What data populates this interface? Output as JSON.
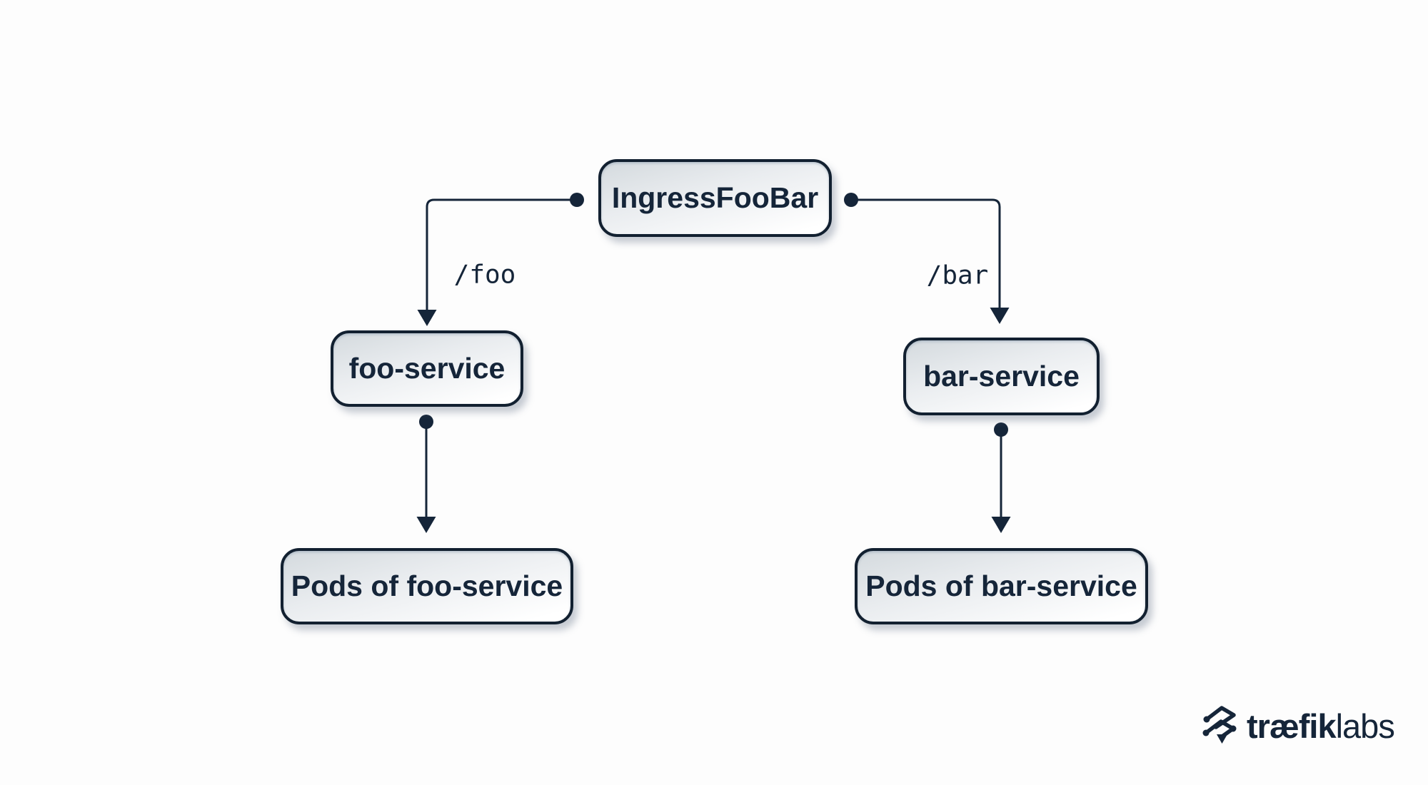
{
  "diagram": {
    "nodes": {
      "ingress": {
        "label": "IngressFooBar"
      },
      "foo_service": {
        "label": "foo-service"
      },
      "bar_service": {
        "label": "bar-service"
      },
      "foo_pods": {
        "label": "Pods of foo-service"
      },
      "bar_pods": {
        "label": "Pods of bar-service"
      }
    },
    "edges": {
      "foo_route": {
        "label": "/foo",
        "from": "IngressFooBar",
        "to": "foo-service"
      },
      "bar_route": {
        "label": "/bar",
        "from": "IngressFooBar",
        "to": "bar-service"
      },
      "foo_pods_edge": {
        "from": "foo-service",
        "to": "Pods of foo-service"
      },
      "bar_pods_edge": {
        "from": "bar-service",
        "to": "Pods of bar-service"
      }
    },
    "colors": {
      "accent_navy": "#152539",
      "node_border": "#122030",
      "node_fill_top": "#d4dade",
      "node_fill_bottom": "#ffffff",
      "background": "#fdfdfd"
    }
  },
  "branding": {
    "logo_bold": "træfik",
    "logo_light": "labs",
    "icon": "traefik-logo-icon"
  }
}
